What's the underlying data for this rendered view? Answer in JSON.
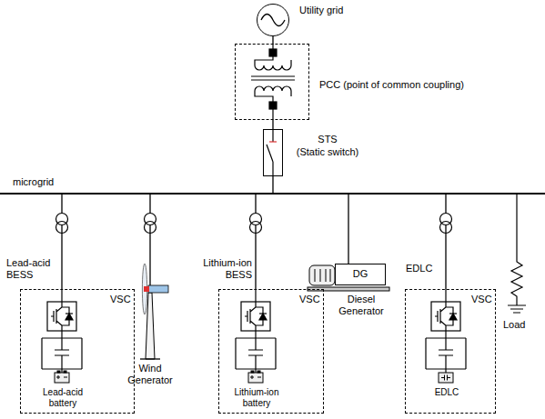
{
  "diagram": {
    "nodes": [
      {
        "text": [
          "Utility grid"
        ]
      },
      {
        "text": [
          "PCC (point of common coupling)"
        ]
      },
      {
        "text": [
          "STS",
          "(Static switch)"
        ]
      },
      {
        "text": [
          "microgrid"
        ]
      },
      {
        "text": [
          "Lead-acid BESS",
          "VSC"
        ]
      },
      {
        "text": [
          "Lead-acid battery"
        ],
        "in": 4
      },
      {
        "text": [
          "Lithium-ion BESS",
          "VSC"
        ]
      },
      {
        "text": [
          "Lithium-ion battery"
        ],
        "in": 6
      },
      {
        "text": [
          "DG",
          "Diesel Generator"
        ]
      },
      {
        "text": [
          "EDLC",
          "VSC"
        ]
      },
      {
        "text": [
          "EDLC"
        ],
        "in": 9
      }
    ],
    "edges": [
      {
        "from": 0,
        "to": 1,
        "arrow": "none"
      },
      {
        "from": 1,
        "to": 2,
        "arrow": "none"
      },
      {
        "from": 2,
        "to": 3,
        "arrow": "none"
      },
      {
        "from": 3,
        "to": 4,
        "arrow": "none"
      },
      {
        "from": 3,
        "to": 6,
        "arrow": "none"
      },
      {
        "from": 3,
        "to": 8,
        "arrow": "none"
      },
      {
        "from": 3,
        "to": 9,
        "arrow": "none"
      }
    ],
    "labels": [
      "Wind Generator",
      "Load"
    ]
  }
}
